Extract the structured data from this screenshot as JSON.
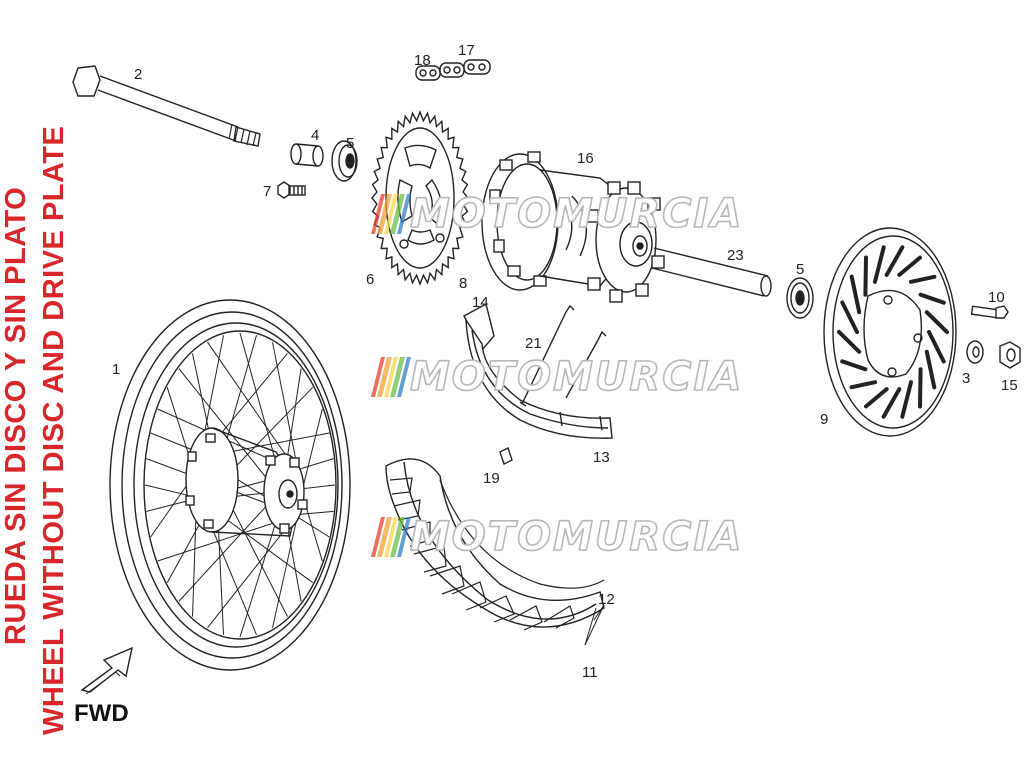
{
  "title_es": "RUEDA SIN DISCO Y SIN PLATO",
  "title_en": "WHEEL WITHOUT DISC AND DRIVE PLATE",
  "title_color": "#d8262b",
  "watermark": "MOTOMURCIA",
  "watermark_colors": [
    "#e8402e",
    "#f4a23a",
    "#f7d84a",
    "#6cbf4a",
    "#2f7fc8"
  ],
  "fwd_label": "FWD",
  "callouts": [
    "1",
    "2",
    "3",
    "4",
    "5",
    "5",
    "6",
    "7",
    "8",
    "9",
    "10",
    "11",
    "12",
    "13",
    "14",
    "15",
    "16",
    "17",
    "18",
    "19",
    "21",
    "23"
  ]
}
